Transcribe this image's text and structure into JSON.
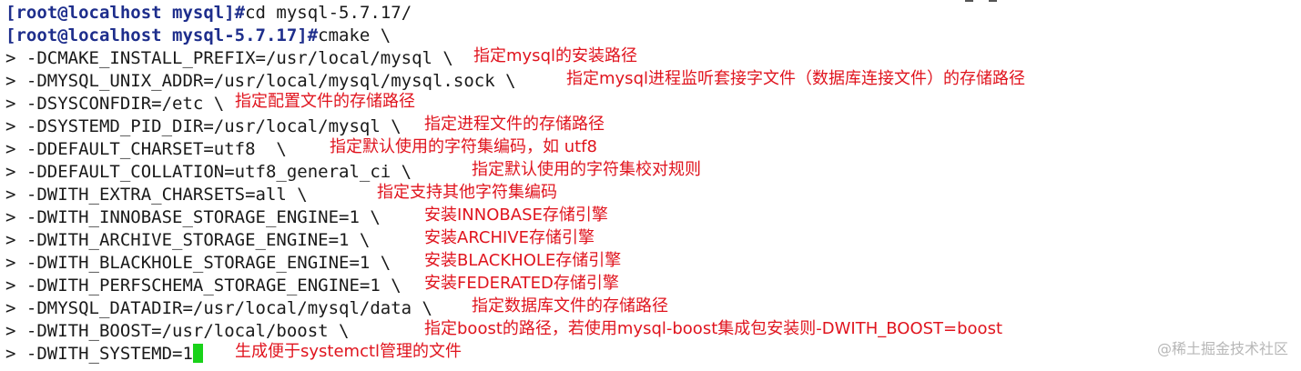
{
  "terminal": {
    "lines": [
      {
        "prompt": "[root@localhost mysql]#",
        "cmd": "cd mysql-5.7.17/",
        "note": ""
      },
      {
        "prompt": "[root@localhost mysql-5.7.17]#",
        "cmd": "cmake \\",
        "note": ""
      },
      {
        "prompt": "",
        "cmd": "> -DCMAKE_INSTALL_PREFIX=/usr/local/mysql \\",
        "note": "指定mysql的安装路径"
      },
      {
        "prompt": "",
        "cmd": "> -DMYSQL_UNIX_ADDR=/usr/local/mysql/mysql.sock \\",
        "note": "指定mysql进程监听套接字文件（数据库连接文件）的存储路径"
      },
      {
        "prompt": "",
        "cmd": "> -DSYSCONFDIR=/etc \\",
        "note": "指定配置文件的存储路径"
      },
      {
        "prompt": "",
        "cmd": "> -DSYSTEMD_PID_DIR=/usr/local/mysql \\",
        "note": "指定进程文件的存储路径"
      },
      {
        "prompt": "",
        "cmd": "> -DDEFAULT_CHARSET=utf8  \\",
        "note": "指定默认使用的字符集编码，如 utf8"
      },
      {
        "prompt": "",
        "cmd": "> -DDEFAULT_COLLATION=utf8_general_ci \\",
        "note": "指定默认使用的字符集校对规则"
      },
      {
        "prompt": "",
        "cmd": "> -DWITH_EXTRA_CHARSETS=all \\",
        "note": "指定支持其他字符集编码"
      },
      {
        "prompt": "",
        "cmd": "> -DWITH_INNOBASE_STORAGE_ENGINE=1 \\",
        "note": "安装INNOBASE存储引擎"
      },
      {
        "prompt": "",
        "cmd": "> -DWITH_ARCHIVE_STORAGE_ENGINE=1 \\",
        "note": "安装ARCHIVE存储引擎"
      },
      {
        "prompt": "",
        "cmd": "> -DWITH_BLACKHOLE_STORAGE_ENGINE=1 \\",
        "note": "安装BLACKHOLE存储引擎"
      },
      {
        "prompt": "",
        "cmd": "> -DWITH_PERFSCHEMA_STORAGE_ENGINE=1 \\",
        "note": "安装FEDERATED存储引擎"
      },
      {
        "prompt": "",
        "cmd": "> -DMYSQL_DATADIR=/usr/local/mysql/data \\",
        "note": "指定数据库文件的存储路径"
      },
      {
        "prompt": "",
        "cmd": "> -DWITH_BOOST=/usr/local/boost \\",
        "note": "指定boost的路径，若使用mysql-boost集成包安装则-DWITH_BOOST=boost"
      },
      {
        "prompt": "",
        "cmd": "> -DWITH_SYSTEMD=1",
        "note": "生成便于systemctl管理的文件"
      }
    ]
  },
  "watermark": "@稀土掘金技术社区",
  "colors": {
    "prompt": "#1e2e8c",
    "note": "#e0141e",
    "cursor": "#19d219",
    "background": "#ffffff"
  }
}
